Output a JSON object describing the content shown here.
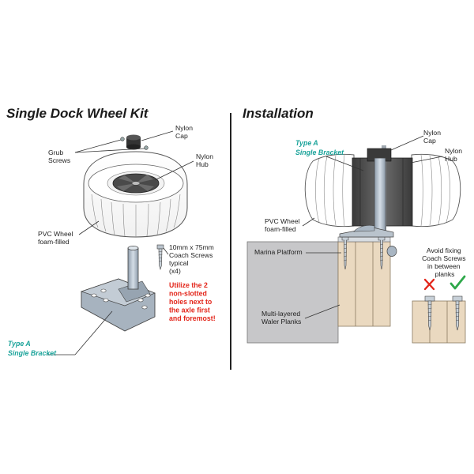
{
  "left_panel": {
    "title": "Single Dock Wheel Kit",
    "labels": {
      "nylon_cap": [
        "Nylon",
        "Cap"
      ],
      "grub_screws": [
        "Grub",
        "Screws"
      ],
      "nylon_hub": [
        "Nylon",
        "Hub"
      ],
      "pvc_wheel": [
        "PVC Wheel",
        "foam-filled"
      ],
      "coach_screws": [
        "10mm x 75mm",
        "Coach Screws",
        "typical",
        "(x4)"
      ],
      "bracket": [
        "Type A",
        "Single Bracket"
      ]
    },
    "warning": [
      "Utilize the 2",
      "non-slotted",
      "holes next to",
      "the axle first",
      "and foremost!"
    ]
  },
  "right_panel": {
    "title": "Installation",
    "labels": {
      "bracket": [
        "Type A",
        "Single Bracket"
      ],
      "nylon_cap": [
        "Nylon",
        "Cap"
      ],
      "nylon_hub": [
        "Nylon",
        "Hub"
      ],
      "pvc_wheel": [
        "PVC Wheel",
        "foam-filled"
      ],
      "marina_platform": "Marina Platform",
      "waler_planks": [
        "Multi-layered",
        "Waler Planks"
      ],
      "avoid_note": [
        "Avoid fixing",
        "Coach Screws",
        "in between",
        "planks"
      ]
    }
  },
  "colors": {
    "teal": "#1aa39a",
    "red": "#e3261b",
    "green": "#2ea84a",
    "wood": "#ead9c0",
    "platform_gray": "#c7c7c9",
    "metal": "#a9b6c3"
  },
  "icons": [
    "cross-icon",
    "check-icon"
  ]
}
